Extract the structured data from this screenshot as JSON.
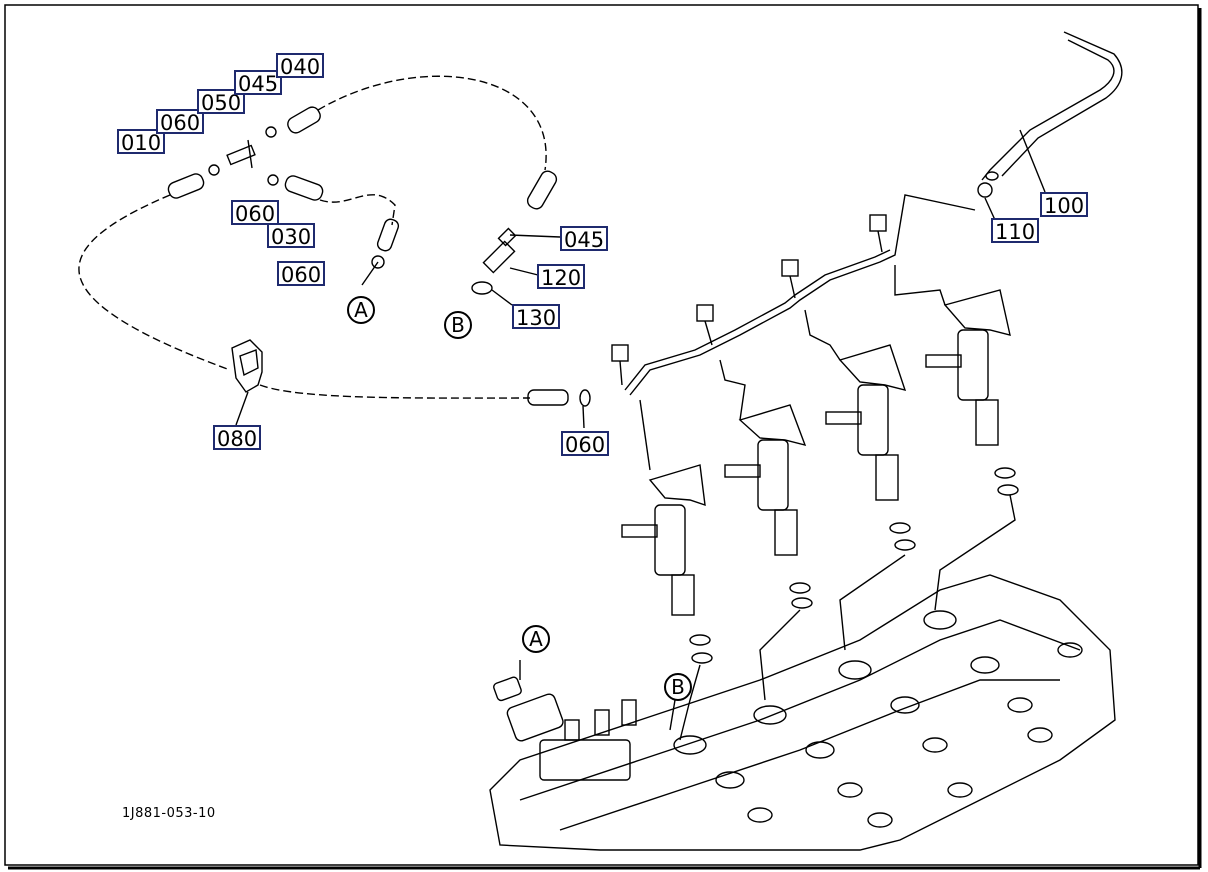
{
  "callouts": {
    "p010": "010",
    "p060a": "060",
    "p050": "050",
    "p045a": "045",
    "p040": "040",
    "p060b": "060",
    "p030": "030",
    "p060c": "060",
    "p045b": "045",
    "p120": "120",
    "p130": "130",
    "p100": "100",
    "p110": "110",
    "p080": "080",
    "p060d": "060"
  },
  "refs": {
    "a_top": "A",
    "b_top": "B",
    "a_bottom": "A",
    "b_bottom": "B"
  },
  "drawing_code": "1J881-053-10",
  "colors": {
    "callout_border": "#1f2a6e",
    "line": "#000000",
    "background": "#ffffff"
  }
}
